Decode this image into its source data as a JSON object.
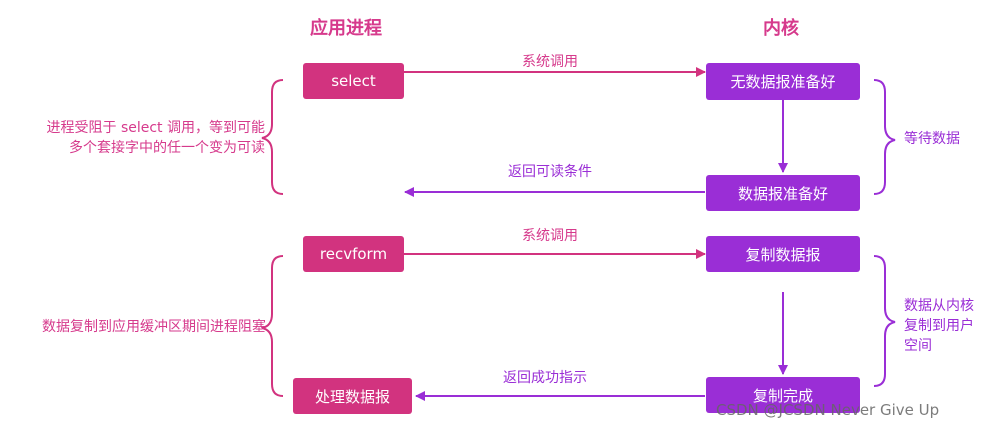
{
  "headers": {
    "app": "应用进程",
    "kernel": "内核"
  },
  "top": {
    "app_box": "select",
    "syscall": "系统调用",
    "kernel_box_1": "无数据报准备好",
    "kernel_box_2": "数据报准备好",
    "return_label": "返回可读条件",
    "left_note_line1": "进程受阻于 select 调用，等到可能",
    "left_note_line2": "多个套接字中的任一个变为可读",
    "right_note": "等待数据"
  },
  "bottom": {
    "app_box": "recvform",
    "syscall": "系统调用",
    "kernel_box_1": "复制数据报",
    "kernel_box_2": "复制完成",
    "return_label": "返回成功指示",
    "app_box_2": "处理数据报",
    "left_note": "数据复制到应用缓冲区期间进程阻塞",
    "right_note_line1": "数据从内核",
    "right_note_line2": "复制到用户",
    "right_note_line3": "空间"
  },
  "watermark": "CSDN @JCSDN Never Give Up"
}
